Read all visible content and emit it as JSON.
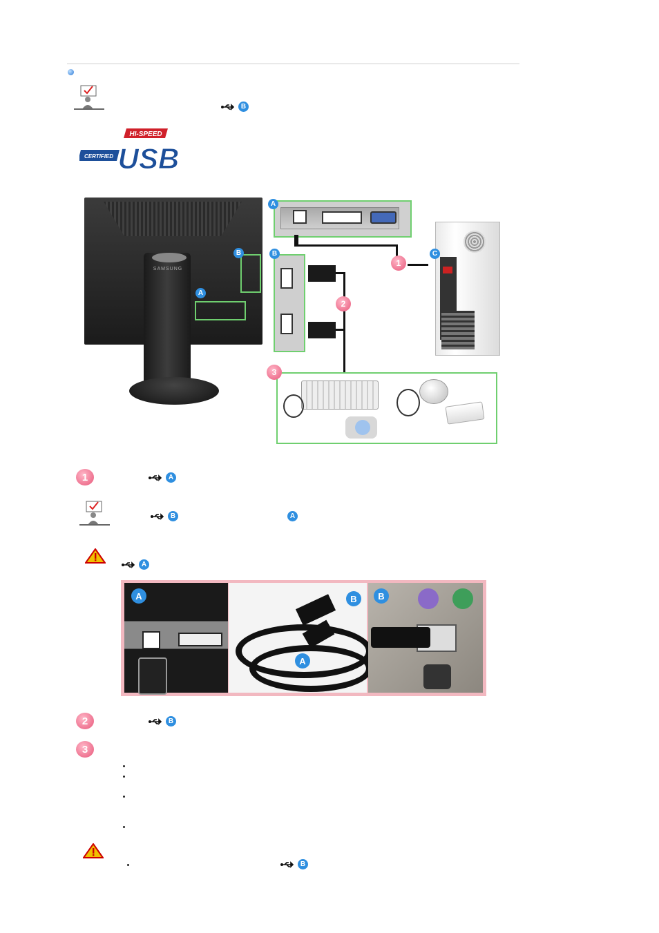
{
  "badges": {
    "a": "A",
    "b": "B",
    "c": "C",
    "n1": "1",
    "n2": "2",
    "n3": "3"
  },
  "logo": {
    "top": "HI-SPEED",
    "left": "CERTIFIED",
    "main": "USB"
  },
  "monitor_brand": "SAMSUNG",
  "icons": [
    "info-dot-icon",
    "note-icon",
    "usb-icon",
    "usb-certified-logo",
    "warning-icon"
  ],
  "colors": {
    "badge_blue": "#2f8fe0",
    "step_pink": "#e8577a",
    "frame_green": "#6fcf6f",
    "frame_pink": "#f2b8c0"
  }
}
